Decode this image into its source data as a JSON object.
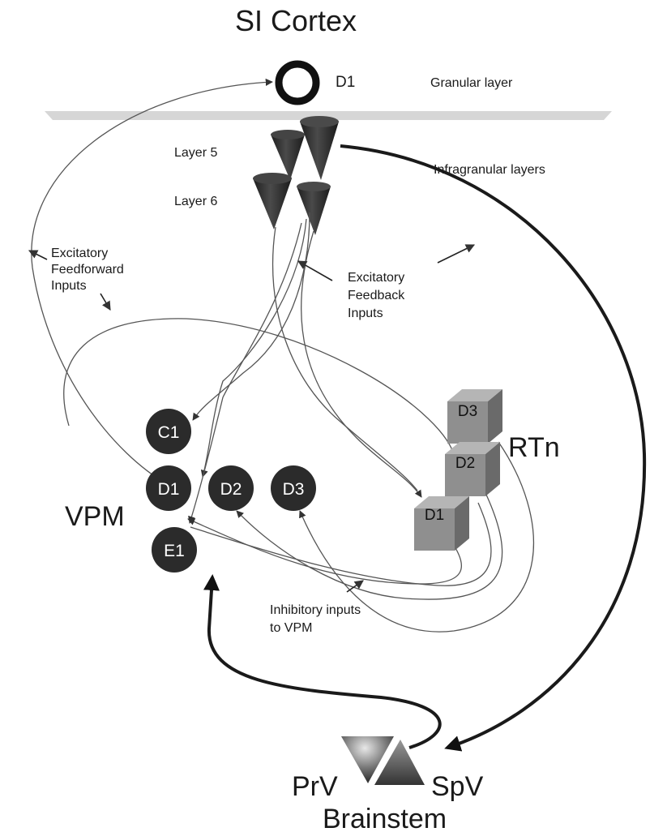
{
  "title": "SI Cortex",
  "cortex": {
    "granular_neuron": "D1",
    "granular_layer": "Granular layer",
    "infragranular_layers": "Infragranular layers",
    "layer5": "Layer 5",
    "layer6": "Layer 6"
  },
  "annotations": {
    "feedforward_1": "Excitatory",
    "feedforward_2": "Feedforward",
    "feedforward_3": "Inputs",
    "feedback_1": "Excitatory",
    "feedback_2": "Feedback",
    "feedback_3": "Inputs",
    "inhibitory_1": "Inhibitory inputs",
    "inhibitory_2": "to VPM"
  },
  "vpm": {
    "label": "VPM",
    "nodes": [
      "C1",
      "D1",
      "D2",
      "D3",
      "E1"
    ]
  },
  "rtn": {
    "label": "RTn",
    "nodes": [
      "D3",
      "D2",
      "D1"
    ]
  },
  "brainstem": {
    "label": "Brainstem",
    "prv": "PrV",
    "spv": "SpV"
  },
  "colors": {
    "neuron_fill": "#2b2b2b",
    "box_front": "#8f8f8f",
    "box_side": "#6a6a6a",
    "box_top": "#b5b5b5",
    "granular_band": "#d6d6d6"
  }
}
